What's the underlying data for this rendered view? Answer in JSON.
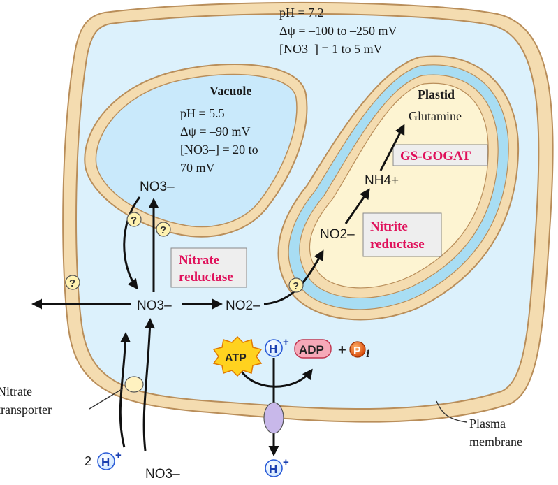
{
  "cytosol": {
    "ph": "pH = 7.2",
    "psi": "Δψ = –100 to –250 mV",
    "no3": "[NO3–] = 1 to 5 mV"
  },
  "vacuole": {
    "title": "Vacuole",
    "ph": "pH = 5.5",
    "psi": "Δψ = –90 mV",
    "no3_line1": "[NO3–] = 20 to",
    "no3_line2": "70 mV"
  },
  "plastid": {
    "title": "Plastid",
    "glutamine": "Glutamine",
    "gs_gogat": "GS-GOGAT",
    "nh4": "NH4+",
    "no2": "NO2–",
    "nitrite_reductase_1": "Nitrite",
    "nitrite_reductase_2": "reductase"
  },
  "cytoplasm": {
    "no3_vac": "NO3–",
    "no3_center": "NO3–",
    "no2": "NO2–",
    "nitrate_reductase_1": "Nitrate",
    "nitrate_reductase_2": "reductase",
    "question": "?"
  },
  "energy": {
    "atp": "ATP",
    "h": "H",
    "plus": "+",
    "adp": "ADP",
    "p": "P",
    "i": "i"
  },
  "outside": {
    "nitrate_transporter_1": "Nitrate",
    "nitrate_transporter_2": "transporter",
    "plasma_membrane_1": "Plasma",
    "plasma_membrane_2": "membrane",
    "two": "2",
    "no3_out": "NO3–"
  },
  "colors": {
    "cell_fill": "#dcf1fc",
    "membrane": "#f4dcb0",
    "membrane_edge": "#b98e5a",
    "vacuole_fill": "#c9e9fb",
    "plastid_fill": "#fdf4d2",
    "plastid_band": "#a8ddf3",
    "enzyme_text": "#e0105a",
    "enzyme_box": "#eeeeee"
  }
}
